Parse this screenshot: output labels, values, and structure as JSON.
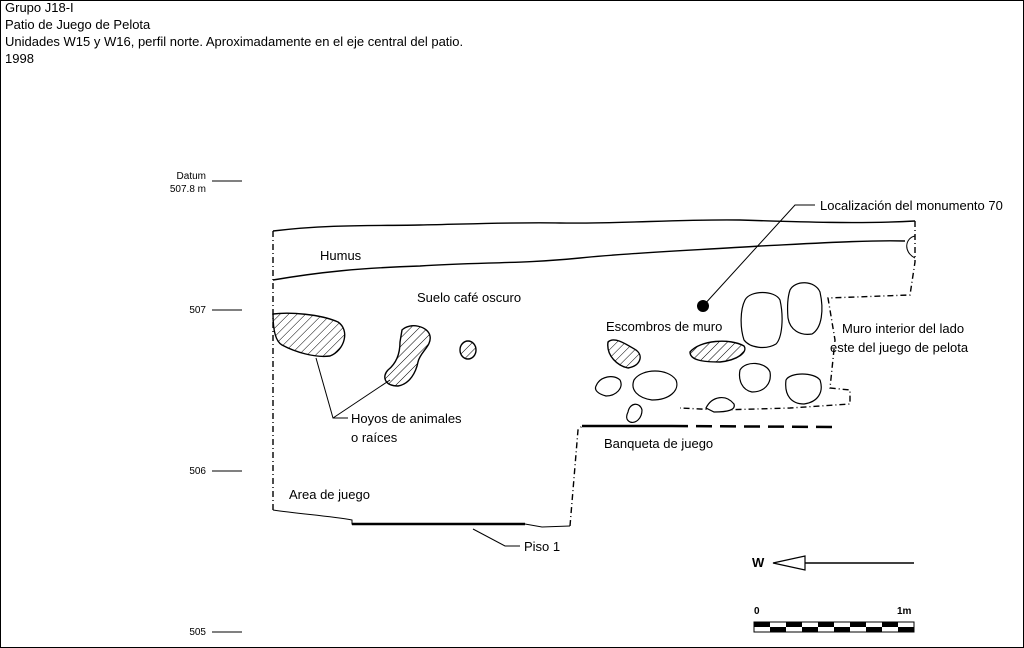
{
  "header": {
    "group": "Grupo J18-I",
    "place": "Patio de Juego de Pelota",
    "units": "Unidades  W15 y W16,  perfil norte. Aproximadamente en el eje central del patio.",
    "year": "1998"
  },
  "scale_axis": {
    "datum_label": "Datum",
    "datum_value": "507.8 m",
    "ticks": [
      "507",
      "506",
      "505"
    ]
  },
  "labels": {
    "humus": "Humus",
    "suelo": "Suelo café oscuro",
    "escombros": "Escombros de muro",
    "monumento": "Localización del monumento 70",
    "muro_line1": "Muro interior del lado",
    "muro_line2": "este del juego de pelota",
    "hoyos_line1": "Hoyos de animales",
    "hoyos_line2": "o raíces",
    "banqueta": "Banqueta de juego",
    "area": "Area de juego",
    "piso": "Piso 1"
  },
  "north_arrow": {
    "label": "W"
  },
  "scale_bar": {
    "start": "0",
    "end": "1m"
  }
}
